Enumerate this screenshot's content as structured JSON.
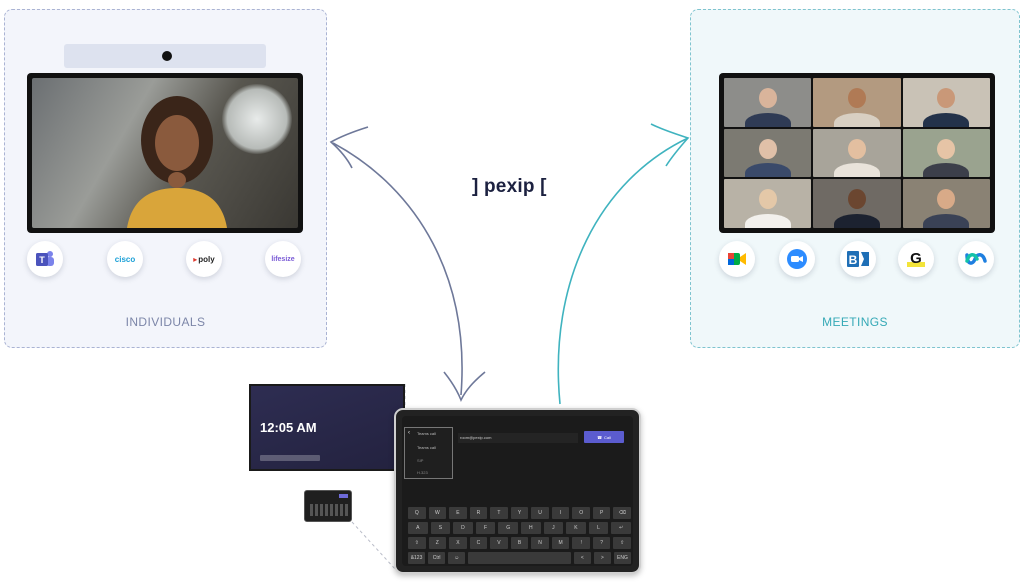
{
  "brand": {
    "name": "] pexip ["
  },
  "individuals": {
    "label": "INDIVIDUALS",
    "logos": [
      {
        "name": "teams-icon",
        "text": ""
      },
      {
        "name": "cisco-icon",
        "text": "cisco"
      },
      {
        "name": "poly-icon",
        "text": "poly"
      },
      {
        "name": "lifesize-icon",
        "text": "lifesize"
      }
    ]
  },
  "meetings": {
    "label": "MEETINGS",
    "logos": [
      {
        "name": "google-meet-icon"
      },
      {
        "name": "zoom-icon"
      },
      {
        "name": "bluejeans-icon"
      },
      {
        "name": "gotomeeting-icon"
      },
      {
        "name": "webex-icon"
      }
    ]
  },
  "room_display": {
    "time": "12:05 AM"
  },
  "tablet": {
    "dropdown_selected": "Teams call",
    "dropdown_options": [
      "Teams call",
      "SIP",
      "H.323"
    ],
    "address": "room@pexip.com",
    "call_label": "Call",
    "keyboard": {
      "row1": [
        "Q",
        "W",
        "E",
        "R",
        "T",
        "Y",
        "U",
        "I",
        "O",
        "P",
        "⌫"
      ],
      "row2": [
        "A",
        "S",
        "D",
        "F",
        "G",
        "H",
        "J",
        "K",
        "L",
        "↵"
      ],
      "row3": [
        "⇧",
        "Z",
        "X",
        "C",
        "V",
        "B",
        "N",
        "M",
        "!",
        "?",
        "⇧"
      ],
      "row4": [
        "&123",
        "Ctrl",
        "☺",
        "",
        "<",
        ">",
        "ENG"
      ]
    }
  },
  "colors": {
    "left_accent": "#7c86a8",
    "right_accent": "#35a9b6",
    "brand_text": "#1c2140",
    "call_button": "#5b5ccf"
  }
}
